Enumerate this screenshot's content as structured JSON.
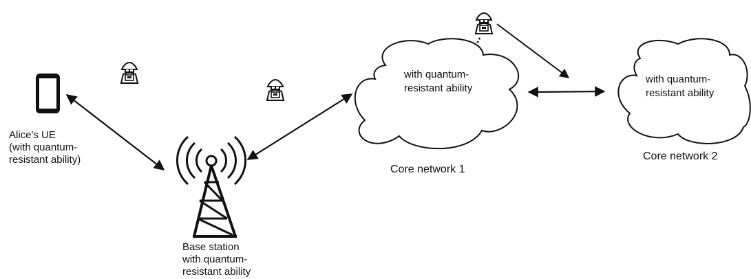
{
  "colors": {
    "stroke": "#111111",
    "background": "#ffffff"
  },
  "nodes": {
    "ue": {
      "lines": [
        "Alice's UE",
        "(with quantum-",
        "resistant ability)"
      ],
      "icon": "smartphone-icon"
    },
    "base_station": {
      "lines": [
        "Base station",
        "with quantum-",
        "resistant ability"
      ],
      "icon": "cell-tower-icon"
    },
    "core1": {
      "caption": "Core network 1",
      "inner": [
        "with quantum-",
        "resistant ability"
      ]
    },
    "core2": {
      "caption": "Core network 2",
      "inner": [
        "with quantum-",
        "resistant ability"
      ]
    }
  },
  "attacker_icon": "hacker-icon",
  "links": [
    {
      "from": "ue",
      "to": "base_station",
      "style": "solid-double-arrow"
    },
    {
      "from": "base_station",
      "to": "core1",
      "style": "solid-double-arrow"
    },
    {
      "from": "core1",
      "to": "core2",
      "style": "solid-double-arrow"
    },
    {
      "from": "attacker-top",
      "to": "core1",
      "style": "dotted-arrow"
    },
    {
      "from": "attacker-top",
      "to": "core-link",
      "style": "solid-arrow"
    }
  ]
}
